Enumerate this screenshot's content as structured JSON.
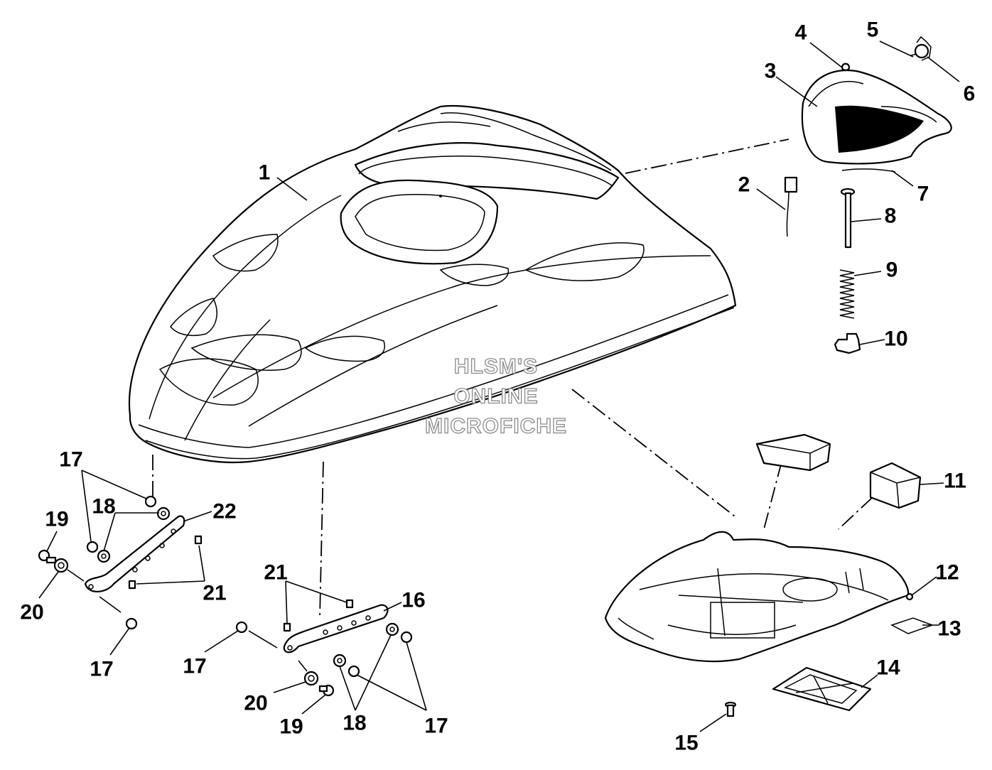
{
  "watermark": {
    "line1": "HLSM'S",
    "line2": "ONLINE",
    "line3": "MICROFICHE"
  },
  "callouts": [
    {
      "id": "c1",
      "text": "1"
    },
    {
      "id": "c2",
      "text": "2"
    },
    {
      "id": "c3",
      "text": "3"
    },
    {
      "id": "c4",
      "text": "4"
    },
    {
      "id": "c5",
      "text": "5"
    },
    {
      "id": "c6",
      "text": "6"
    },
    {
      "id": "c7",
      "text": "7"
    },
    {
      "id": "c8",
      "text": "8"
    },
    {
      "id": "c9",
      "text": "9"
    },
    {
      "id": "c10",
      "text": "10"
    },
    {
      "id": "c11",
      "text": "11"
    },
    {
      "id": "c12",
      "text": "12"
    },
    {
      "id": "c13",
      "text": "13"
    },
    {
      "id": "c14",
      "text": "14"
    },
    {
      "id": "c15",
      "text": "15"
    },
    {
      "id": "c16",
      "text": "16"
    },
    {
      "id": "c17a",
      "text": "17"
    },
    {
      "id": "c18a",
      "text": "18"
    },
    {
      "id": "c19a",
      "text": "19"
    },
    {
      "id": "c20a",
      "text": "20"
    },
    {
      "id": "c21a",
      "text": "21"
    },
    {
      "id": "c22",
      "text": "22"
    },
    {
      "id": "c17b",
      "text": "17"
    },
    {
      "id": "c21b",
      "text": "21"
    },
    {
      "id": "c17c",
      "text": "17"
    },
    {
      "id": "c20b",
      "text": "20"
    },
    {
      "id": "c19b",
      "text": "19"
    },
    {
      "id": "c18b",
      "text": "18"
    },
    {
      "id": "c17d",
      "text": "17"
    }
  ]
}
